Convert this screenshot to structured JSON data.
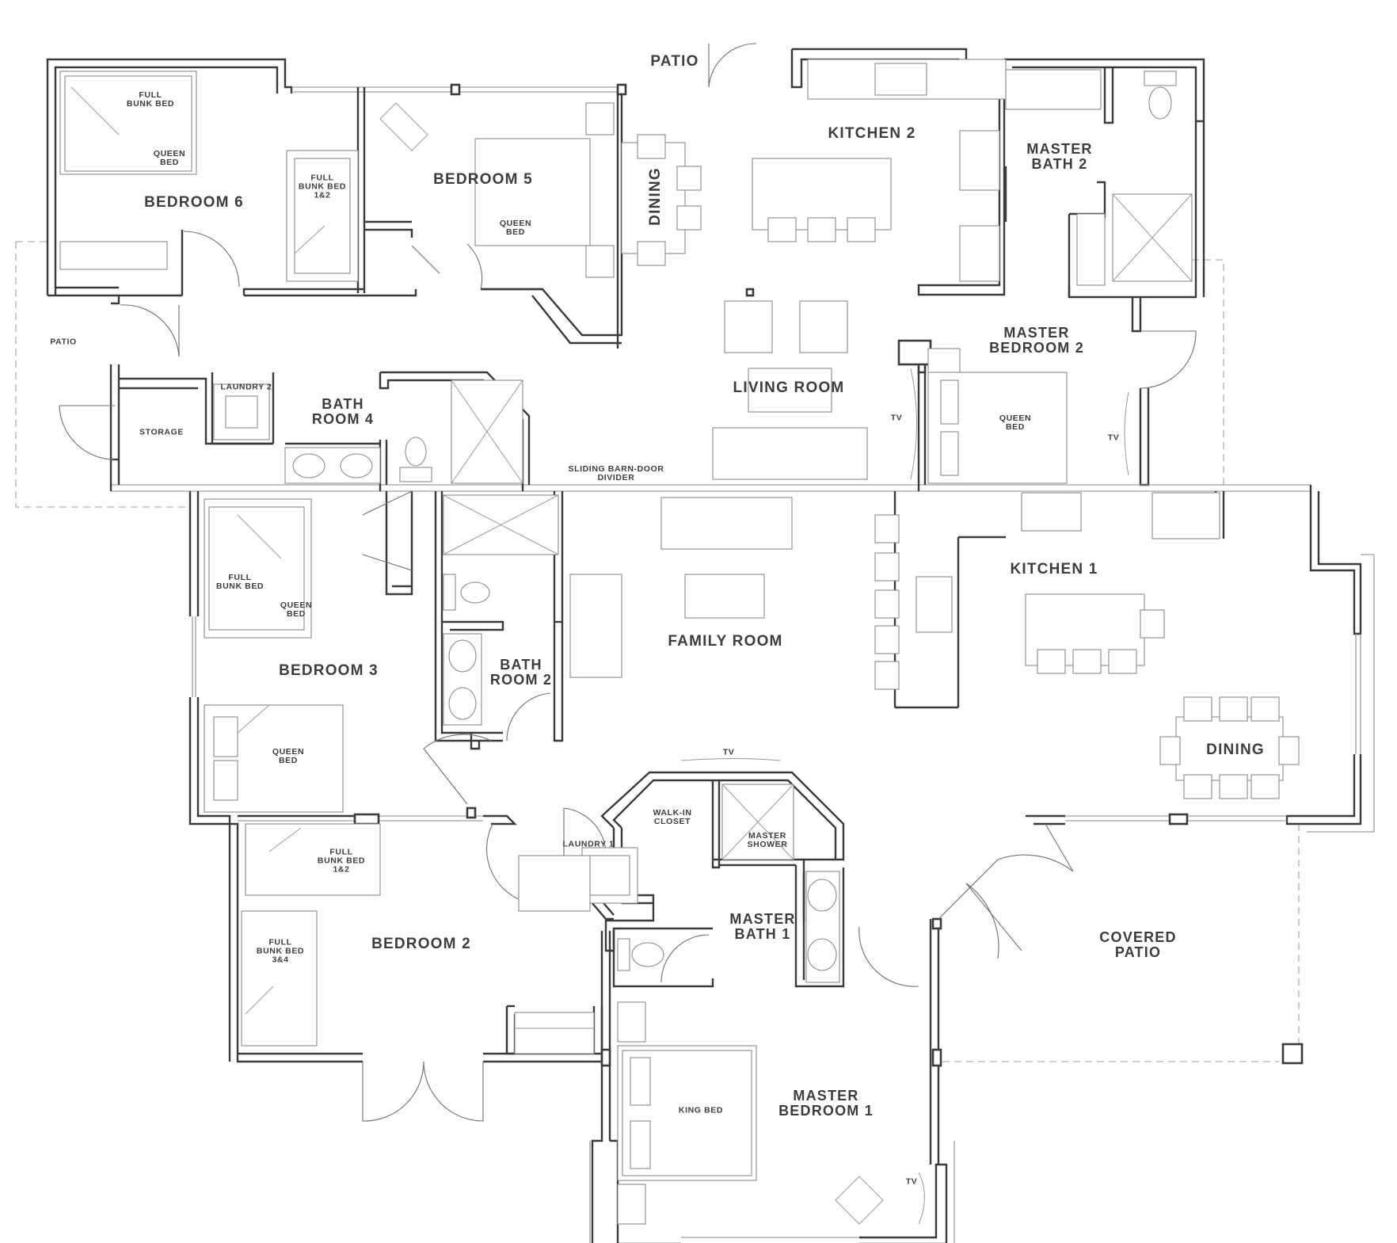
{
  "rooms": {
    "bedroom6": "BEDROOM 6",
    "bedroom5": "BEDROOM 5",
    "patio_top": "PATIO",
    "dining_upper": "DINING",
    "kitchen2": "KITCHEN 2",
    "master_bath2": "MASTER\nBATH 2",
    "patio_left": "PATIO",
    "laundry2": "LAUNDRY 2",
    "bathroom4": "BATH\nROOM 4",
    "storage": "STORAGE",
    "living_room": "LIVING ROOM",
    "master_bedroom2": "MASTER\nBEDROOM 2",
    "barn_door": "SLIDING BARN-DOOR\nDIVIDER",
    "bedroom3": "BEDROOM 3",
    "bathroom2": "BATH\nROOM 2",
    "family_room": "FAMILY ROOM",
    "kitchen1": "KITCHEN 1",
    "dining_lower": "DINING",
    "walkin_closet": "WALK-IN\nCLOSET",
    "master_shower": "MASTER\nSHOWER",
    "laundry1": "LAUNDRY 1",
    "master_bath1": "MASTER\nBATH 1",
    "bedroom2": "BEDROOM 2",
    "covered_patio": "COVERED\nPATIO",
    "master_bedroom1": "MASTER\nBEDROOM 1"
  },
  "beds": {
    "b6_full_bunk": "FULL\nBUNK BED",
    "b6_queen": "QUEEN\nBED",
    "b6_full_bunk_12": "FULL\nBUNK BED\n1&2",
    "b5_queen": "QUEEN\nBED",
    "mb2_queen": "QUEEN\nBED",
    "b3_full_bunk": "FULL\nBUNK BED",
    "b3_queen_top": "QUEEN\nBED",
    "b3_queen_bottom": "QUEEN\nBED",
    "b2_full_bunk_12": "FULL\nBUNK BED\n1&2",
    "b2_full_bunk_34": "FULL\nBUNK BED\n3&4",
    "mb1_king": "KING BED"
  },
  "tv": {
    "living": "TV",
    "mb2": "TV",
    "mb1_top": "TV",
    "mb1_bottom": "TV"
  }
}
